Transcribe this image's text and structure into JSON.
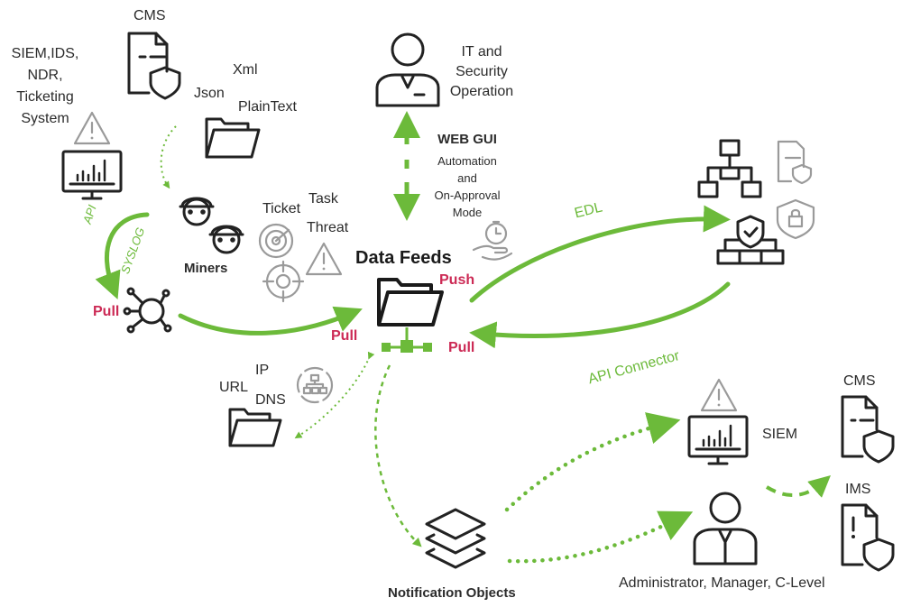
{
  "center": {
    "title": "Data Feeds",
    "push": "Push",
    "pull_bottom": "Pull"
  },
  "web_gui": {
    "title": "WEB GUI",
    "line1": "Automation",
    "line2": "and",
    "line3": "On-Approval",
    "line4": "Mode"
  },
  "it_security": {
    "line1": "IT and",
    "line2": "Security",
    "line3": "Operation"
  },
  "sources": {
    "cms": "CMS",
    "siem_line1": "SIEM,IDS,",
    "siem_line2": "NDR,",
    "siem_line3": "Ticketing",
    "siem_line4": "System",
    "xml": "Xml",
    "json": "Json",
    "plaintext": "PlainText",
    "api": "API",
    "syslog": "SYSLOG",
    "pull_left": "Pull",
    "pull_center": "Pull"
  },
  "miners": {
    "label": "Miners",
    "ticket": "Ticket",
    "task": "Task",
    "threat": "Threat"
  },
  "edl": {
    "label": "EDL",
    "api_connector": "API Connector"
  },
  "indicators": {
    "url": "URL",
    "ip": "IP",
    "dns": "DNS"
  },
  "notifications": {
    "label": "Notification Objects",
    "siem": "SIEM",
    "cms": "CMS",
    "ims": "IMS",
    "people": "Administrator, Manager, C-Level"
  },
  "colors": {
    "accent_green": "#6cba3a",
    "pull_push_red": "#cc2a55",
    "icon": "#222222",
    "icon_muted": "#9a9a9a"
  },
  "icons": [
    "document-shield-icon",
    "warning-icon",
    "monitor-chart-icon",
    "miner-icon",
    "radar-icon",
    "target-icon",
    "folder-icon",
    "network-node-icon",
    "user-icon",
    "hierarchy-icon",
    "firewall-shield-icon",
    "lock-shield-icon",
    "clock-hand-icon",
    "workflow-cycle-icon",
    "layers-icon",
    "document-alert-shield-icon"
  ]
}
